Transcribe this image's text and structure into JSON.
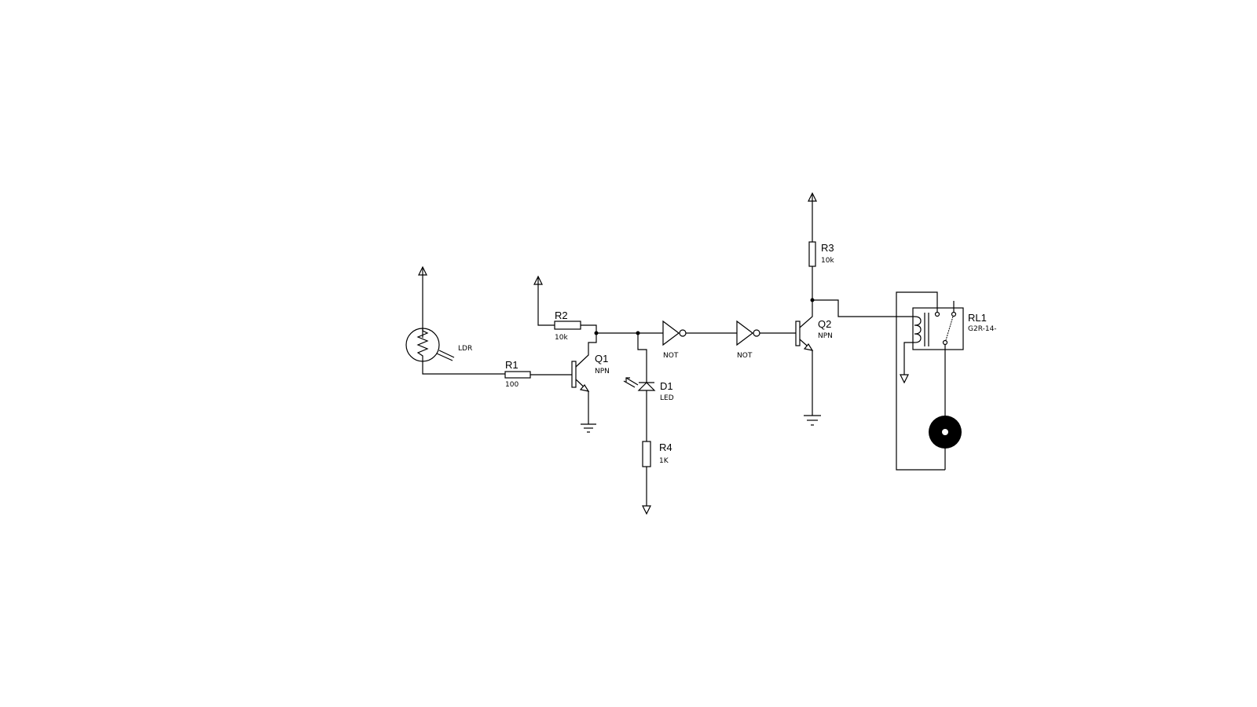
{
  "components": {
    "ldr": {
      "label": "LDR"
    },
    "r1": {
      "ref": "R1",
      "value": "100"
    },
    "r2": {
      "ref": "R2",
      "value": "10k"
    },
    "r3": {
      "ref": "R3",
      "value": "10k"
    },
    "r4": {
      "ref": "R4",
      "value": "1K"
    },
    "q1": {
      "ref": "Q1",
      "type": "NPN"
    },
    "q2": {
      "ref": "Q2",
      "type": "NPN"
    },
    "d1": {
      "ref": "D1",
      "type": "LED"
    },
    "not1": {
      "label": "NOT"
    },
    "not2": {
      "label": "NOT"
    },
    "rl1": {
      "ref": "RL1",
      "value": "G2R-14-"
    }
  }
}
